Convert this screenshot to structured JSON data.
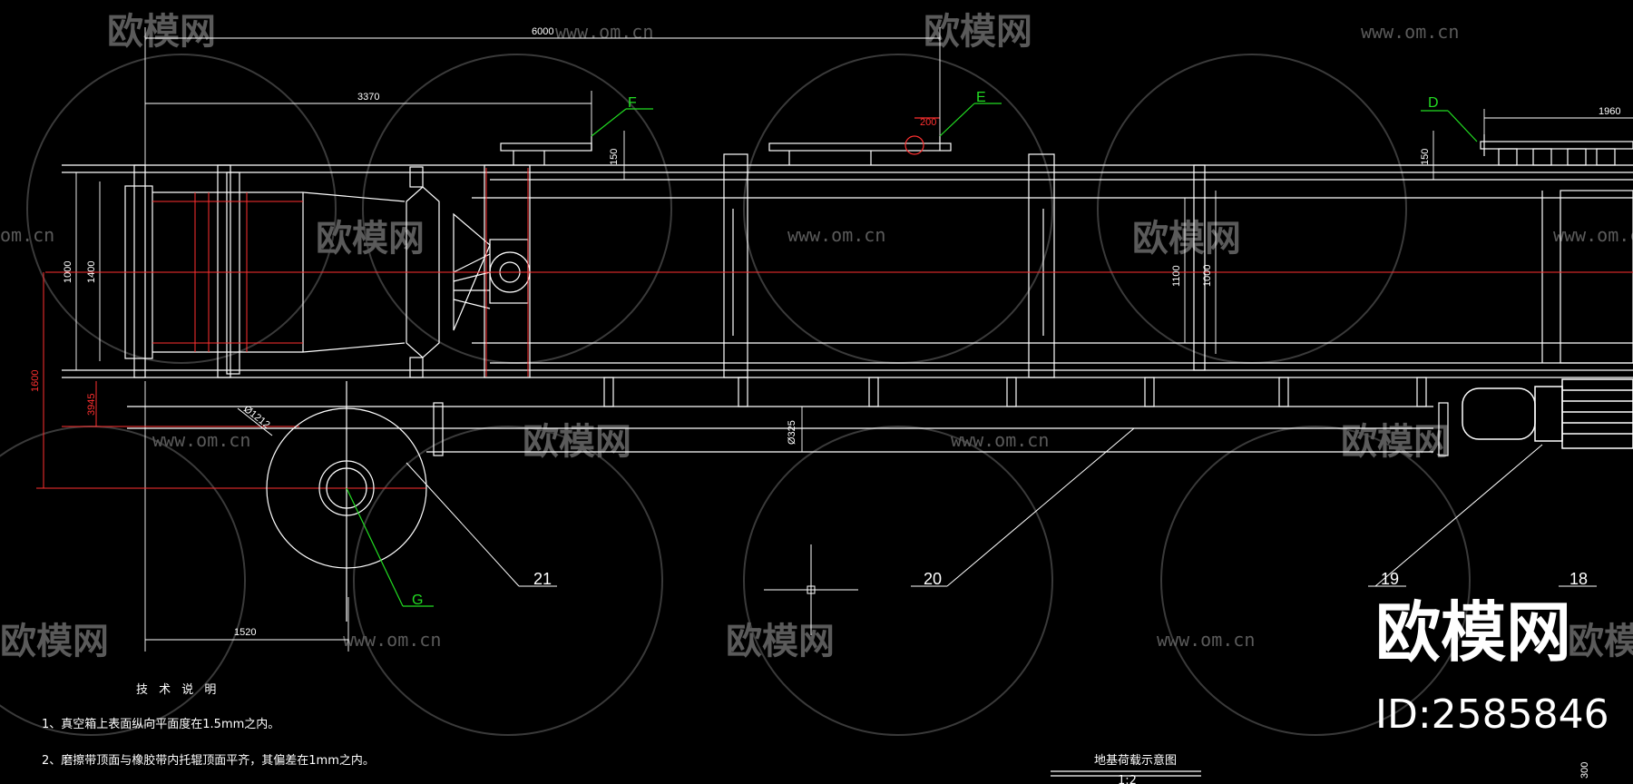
{
  "watermark": {
    "logo_text": "欧模网",
    "url_text": "www.om.cn",
    "url_partial_left": "om.cn",
    "url_partial_mid": "www.om.cn"
  },
  "dimensions": {
    "total_length": "6000",
    "left_span": "3370",
    "right_span": "1960",
    "offset_red": "200",
    "height_150_f": "150",
    "height_150_d": "150",
    "left_1000": "1000",
    "left_1400": "1400",
    "mid_1100": "1100",
    "mid_1000": "1000",
    "red_1600": "1600",
    "red_3945": "3945",
    "pipe_dia": "Ø325",
    "wheel_dia": "Ø1212",
    "bottom_1520": "1520",
    "bottom_right_300": "300"
  },
  "labels": {
    "F": "F",
    "E": "E",
    "D": "D",
    "G": "G"
  },
  "callouts": {
    "c21": "21",
    "c20": "20",
    "c19": "19",
    "c18": "18"
  },
  "notes": {
    "title": "技 术 说 明",
    "line1": "1、真空箱上表面纵向平面度在1.5mm之内。",
    "line2": "2、磨擦带顶面与橡胶带内托辊顶面平齐，其偏差在1mm之内。"
  },
  "title_block": {
    "title": "地基荷载示意图",
    "scale": "1:2"
  },
  "brand": {
    "name": "欧模网",
    "id": "ID:2585846"
  },
  "colors": {
    "background": "#000000",
    "line": "#ffffff",
    "dimension_red": "#ff3030",
    "label_green": "#22dd22",
    "watermark_gray": "#5a5a5a"
  }
}
